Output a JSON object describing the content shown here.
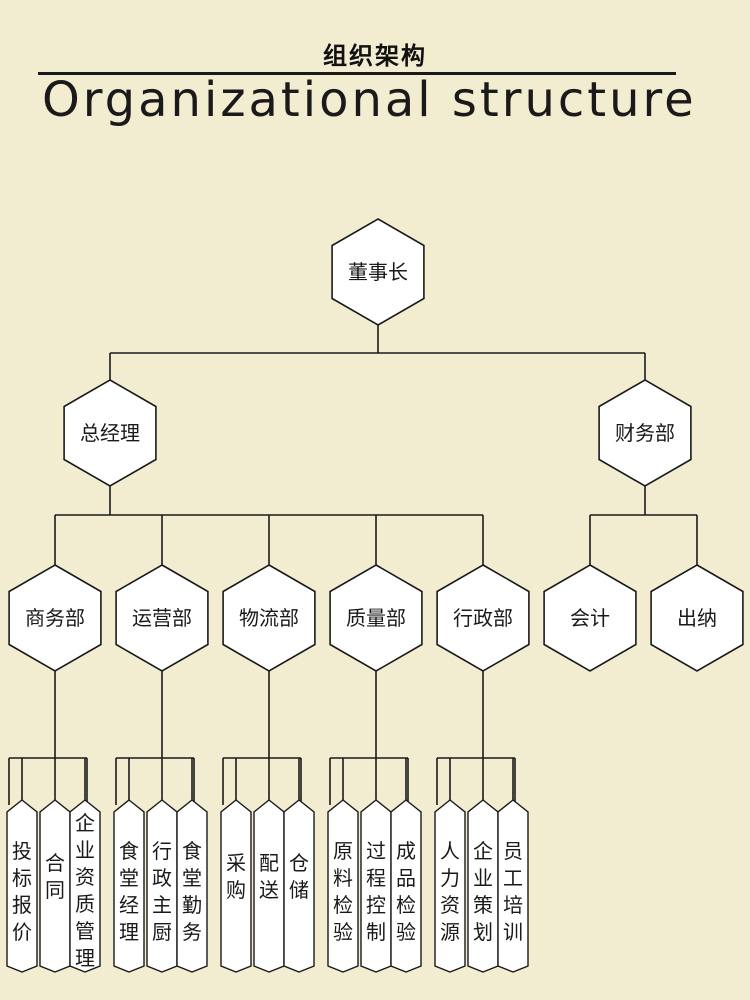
{
  "header": {
    "title_cn": "组织架构",
    "title_en": "Organizational structure"
  },
  "colors": {
    "background": "#f2ecd0",
    "node_fill": "#ffffff",
    "line": "#1a1a1a"
  },
  "org": {
    "root": "董事长",
    "managers": {
      "left": "总经理",
      "right": "财务部"
    },
    "departments": [
      "商务部",
      "运营部",
      "物流部",
      "质量部",
      "行政部"
    ],
    "finance_units": [
      "会计",
      "出纳"
    ],
    "sub_units": [
      [
        "投标报价",
        "合同",
        "企业资质管理"
      ],
      [
        "食堂经理",
        "行政主厨",
        "食堂勤务"
      ],
      [
        "采购",
        "配送",
        "仓储"
      ],
      [
        "原料检验",
        "过程控制",
        "成品检验"
      ],
      [
        "人力资源",
        "企业策划",
        "员工培训"
      ]
    ]
  }
}
